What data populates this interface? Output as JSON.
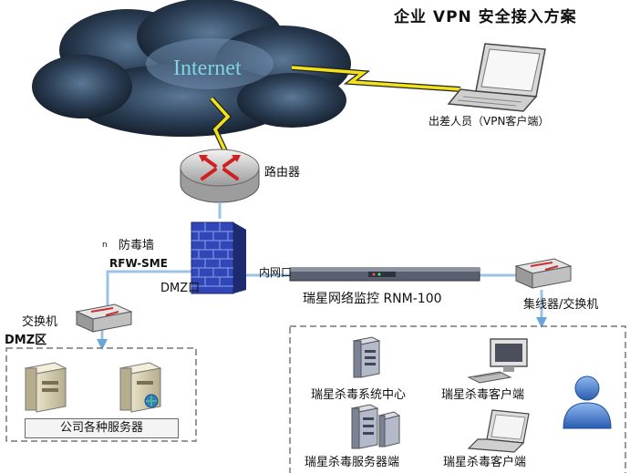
{
  "title": "企业 VPN 安全接入方案",
  "labels": {
    "internet": "Internet",
    "traveler": "出差人员（VPN客户端）",
    "router": "路由器",
    "firewall": "防毒墙",
    "firewall_model": "RFW-SME",
    "dmz_port": "DMZ口",
    "lan_port": "内网口",
    "monitor": "瑞星网络监控 RNM-100",
    "hub": "集线器/交换机",
    "switch": "交换机",
    "dmz_zone": "DMZ区",
    "servers": "公司各种服务器",
    "av_center": "瑞星杀毒系统中心",
    "av_client_1": "瑞星杀毒客户端",
    "av_server": "瑞星杀毒服务器端",
    "av_client_2": "瑞星杀毒客户端",
    "small_mark": "n"
  },
  "colors": {
    "cloud_dark": "#1d2b3c",
    "cloud_mid": "#3f5a75",
    "cloud_light": "#8aa7c2",
    "lightning": "#f2e21a",
    "link": "#9cc3e6",
    "firewall": "#3147b8",
    "router": "#c9c9c9",
    "router_arrow": "#d02020",
    "user": "#3a6fc4"
  }
}
